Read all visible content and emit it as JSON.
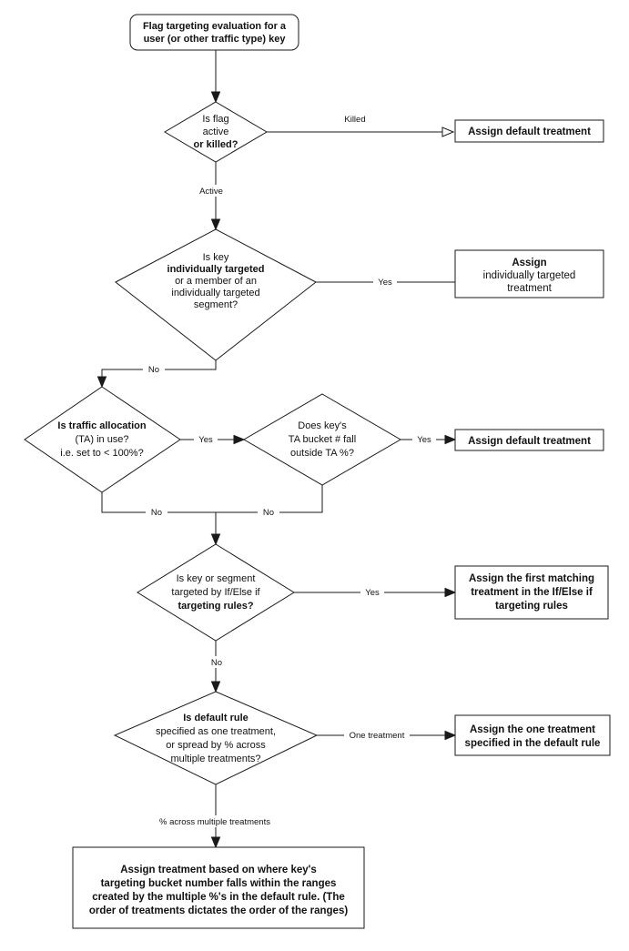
{
  "diagram": {
    "title": "Flag targeting evaluation flowchart",
    "type": "flowchart",
    "colors": {
      "background": "#ffffff",
      "stroke": "#1a1a1a",
      "text": "#111111",
      "shape_fill": "#ffffff"
    }
  },
  "nodes": {
    "start": {
      "shape": "rounded-rectangle",
      "line1": "Flag targeting evaluation for a",
      "line2": "user (or other traffic type) key"
    },
    "d1": {
      "shape": "diamond",
      "line1": "Is flag",
      "line2": "active",
      "line3": "or killed?"
    },
    "b1": {
      "shape": "rectangle",
      "line1": "Assign default treatment"
    },
    "d2": {
      "shape": "diamond",
      "line1": "Is key",
      "line2": "individually targeted",
      "line3": "or a member of an",
      "line4": "individually targeted",
      "line5": "segment?"
    },
    "b2": {
      "shape": "rectangle",
      "line1": "Assign",
      "line2": "individually targeted",
      "line3": "treatment"
    },
    "d3a": {
      "shape": "diamond",
      "line1": "Is traffic allocation",
      "line2": "(TA) in use?",
      "line3": "i.e. set to < 100%?"
    },
    "d3b": {
      "shape": "diamond",
      "line1": "Does key's",
      "line2": "TA bucket # fall",
      "line3": "outside TA %?"
    },
    "b3": {
      "shape": "rectangle",
      "line1": "Assign default treatment"
    },
    "d4": {
      "shape": "diamond",
      "line1": "Is key or segment",
      "line2": "targeted by If/Else if",
      "line3": "targeting rules?"
    },
    "b4": {
      "shape": "rectangle",
      "line1": "Assign the first matching",
      "line2": "treatment in the If/Else if",
      "line3": "targeting rules"
    },
    "d5": {
      "shape": "diamond",
      "line1": "Is default rule",
      "line2": "specified as one treatment,",
      "line3": "or spread by % across",
      "line4": "multiple treatments?"
    },
    "b5": {
      "shape": "rectangle",
      "line1": "Assign the one treatment",
      "line2": "specified in the default rule"
    },
    "b6": {
      "shape": "rectangle",
      "line1": "Assign treatment based on where key's",
      "line2": "targeting bucket number falls within the ranges",
      "line3": "created by the multiple %'s in the default rule. (The",
      "line4": "order of treatments dictates the order of the ranges)"
    }
  },
  "edges": {
    "killed": "Killed",
    "active": "Active",
    "d2_yes": "Yes",
    "d2_no": "No",
    "d3a_yes": "Yes",
    "d3a_no": "No",
    "d3b_yes": "Yes",
    "d3b_no": "No",
    "d4_yes": "Yes",
    "d4_no": "No",
    "d5_one": "One treatment",
    "d5_percent": "% across multiple treatments"
  }
}
